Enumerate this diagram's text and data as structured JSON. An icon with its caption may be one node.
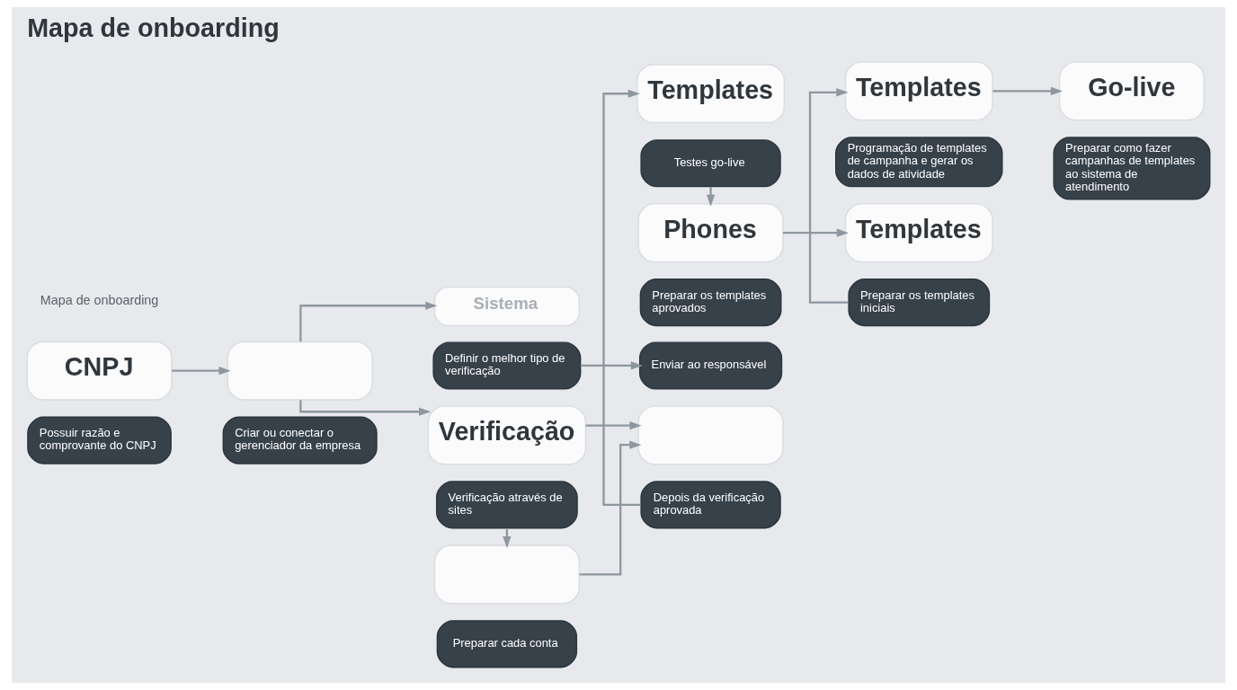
{
  "diagram": {
    "title": "Mapa de onboarding",
    "nodes": [
      {
        "text": [
          "Sistema"
        ]
      },
      {
        "text": [
          "Definir o melhor tipo de verificação"
        ]
      },
      {
        "text": [
          "Enviar ao responsável"
        ]
      },
      {
        "text": [
          "CNPJ"
        ]
      },
      {
        "text": [],
        "shape": "box"
      },
      {
        "text": [
          "Verificação"
        ]
      },
      {
        "text": [],
        "shape": "box"
      },
      {
        "text": [
          "Templates"
        ]
      },
      {
        "text": [
          "Go-live"
        ]
      },
      {
        "text": [
          "Possuir razão e comprovante do CNPJ"
        ]
      },
      {
        "text": [
          "Criar ou conectar o gerenciador da empresa"
        ]
      },
      {
        "text": [
          "Verificação através de sites"
        ]
      },
      {
        "text": [
          "Depois da verificação aprovada"
        ]
      },
      {
        "text": [
          "Preparar os templates iniciais"
        ]
      },
      {
        "text": [
          "Preparar como fazer campanhas de templates ao sistema de atendimento"
        ]
      },
      {
        "text": [],
        "shape": "box"
      },
      {
        "text": [
          "Templates"
        ]
      },
      {
        "text": [
          "Templates"
        ]
      },
      {
        "text": [
          "Preparar cada conta"
        ]
      },
      {
        "text": [
          "Testes go-live"
        ]
      },
      {
        "text": [
          "Programação de templates de campanha e gerar os dados de atividade"
        ]
      },
      {
        "text": [
          "Phones"
        ]
      },
      {
        "text": [
          "Preparar os templates aprovados"
        ]
      }
    ],
    "edges": [
      {
        "from": 3,
        "to": 4,
        "arrow": "to"
      },
      {
        "from": 4,
        "to": 5,
        "arrow": "to"
      },
      {
        "from": 4,
        "to": 0,
        "arrow": "to"
      },
      {
        "from": 1,
        "to": 2,
        "arrow": "to"
      },
      {
        "from": 5,
        "to": 6,
        "arrow": "to"
      },
      {
        "from": 11,
        "to": 15,
        "arrow": "to"
      },
      {
        "from": 15,
        "to": 6,
        "arrow": "to"
      },
      {
        "from": 12,
        "to": 16,
        "arrow": "to"
      },
      {
        "from": 19,
        "to": 21,
        "arrow": "to"
      },
      {
        "from": 21,
        "to": 7,
        "arrow": "to"
      },
      {
        "from": 13,
        "to": 17,
        "arrow": "to"
      },
      {
        "from": 17,
        "to": 8,
        "arrow": "to"
      }
    ],
    "labels": [
      "Mapa de onboarding"
    ]
  }
}
